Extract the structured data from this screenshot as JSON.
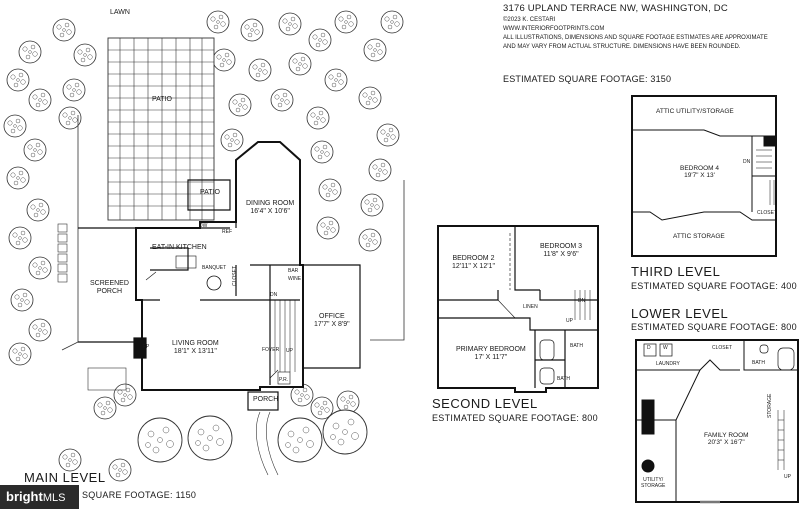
{
  "header": {
    "address": "3176 UPLAND TERRACE NW, WASHINGTON, DC",
    "copyright": "©2023 K. CESTARI",
    "website": "WWW.INTERIORFOOTPRINTS.COM",
    "disclaimer_line1": "ALL ILLUSTRATIONS, DIMENSIONS AND SQUARE FOOTAGE ESTIMATES ARE APPROXIMATE",
    "disclaimer_line2": "AND MAY VARY FROM ACTUAL STRUCTURE. DIMENSIONS HAVE BEEN ROUNDED.",
    "total_sqft": "ESTIMATED SQUARE FOOTAGE: 3150"
  },
  "main_level": {
    "title": "MAIN LEVEL",
    "sqft": "SQUARE FOOTAGE: 1150",
    "labels": {
      "lawn": "LAWN",
      "patio_large": "PATIO",
      "patio_small": "PATIO",
      "dining_name": "DINING ROOM",
      "dining_dim": "16'4\" X 10'6\"",
      "kitchen": "EAT-IN KITCHEN",
      "screened_porch_1": "SCREENED",
      "screened_porch_2": "PORCH",
      "living_name": "LIVING ROOM",
      "living_dim": "18'1\" X 13'11\"",
      "office_name": "OFFICE",
      "office_dim": "17'7\" X 8'9\"",
      "porch": "PORCH",
      "foyer": "FOYER",
      "banquet": "BANQUET",
      "closet": "CLOSET",
      "bar": "BAR",
      "dw": "DW",
      "ref": "REF",
      "fp": "FP",
      "up": "UP",
      "dn": "DN",
      "wine": "WINE",
      "pr": "P.R."
    }
  },
  "second_level": {
    "title": "SECOND LEVEL",
    "sqft": "ESTIMATED SQUARE FOOTAGE: 800",
    "labels": {
      "bed2_name": "BEDROOM 2",
      "bed2_dim": "12'11\" X 12'1\"",
      "bed3_name": "BEDROOM 3",
      "bed3_dim": "11'8\" X 9'6\"",
      "primary_name": "PRIMARY BEDROOM",
      "primary_dim": "17' X 11'7\"",
      "linen": "LINEN",
      "bath1": "BATH",
      "bath2": "BATH",
      "dn": "DN",
      "up": "UP"
    }
  },
  "third_level": {
    "title": "THIRD LEVEL",
    "sqft": "ESTIMATED SQUARE FOOTAGE: 400",
    "labels": {
      "attic_utility": "ATTIC UTILITY/STORAGE",
      "bed4_name": "BEDROOM 4",
      "bed4_dim": "19'7\" X 13'",
      "closet": "CLOSET",
      "attic_storage": "ATTIC STORAGE",
      "dn": "DN"
    }
  },
  "lower_level": {
    "title": "LOWER LEVEL",
    "sqft": "ESTIMATED SQUARE FOOTAGE: 800",
    "labels": {
      "laundry": "LAUNDRY",
      "d": "D",
      "w": "W",
      "closet": "CLOSET",
      "bath": "BATH",
      "family_name": "FAMILY ROOM",
      "family_dim": "20'3\" X 16'7\"",
      "utility": "UTILITY/",
      "storage": "STORAGE",
      "storage_side": "STORAGE",
      "up": "UP"
    }
  },
  "watermark": {
    "brand": "bright",
    "suffix": "MLS"
  }
}
